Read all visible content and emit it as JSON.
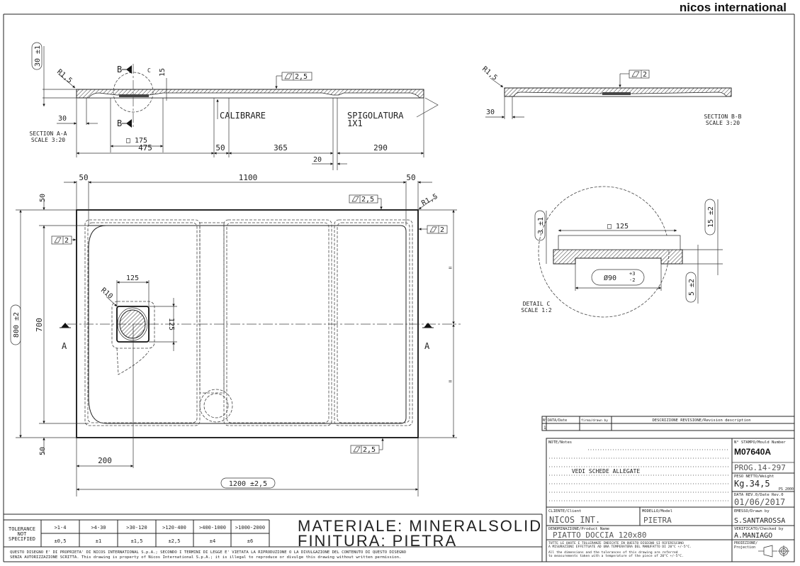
{
  "brand": "nicos international",
  "section_aa": {
    "title": "SECTION A-A",
    "scale": "SCALE 3:20",
    "radius": "R1,5",
    "thickness": "30 ±1",
    "section_mark": "B",
    "detail_mark": "C",
    "depth": "15",
    "flatness": "2,5",
    "drain_square": "□ 175",
    "edge_offset": "30",
    "calibrate": "CALIBRARE",
    "chamfer_label": "SPIGOLATURA",
    "chamfer_size": "1X1",
    "dims": [
      "475",
      "50",
      "365",
      "290"
    ],
    "gap": "20"
  },
  "section_bb": {
    "title": "SECTION B-B",
    "scale": "SCALE 3:20",
    "radius": "R1,5",
    "flatness": "2",
    "edge_offset": "30"
  },
  "detail_c": {
    "title": "DETAIL C",
    "scale": "SCALE 1:2",
    "square": "□ 125",
    "diameter": "Ø90",
    "tol_plus": "+3",
    "tol_minus": "-2",
    "depth1": "3 ±1",
    "depth2": "15 ±2",
    "depth3": "5 ±2"
  },
  "plan": {
    "inner_width": "1100",
    "margin_left": "50",
    "margin_right": "50",
    "margin_top": "50",
    "margin_bottom": "50",
    "height": "800 ±2",
    "inner_height": "700",
    "width": "1200 ±2,5",
    "drain_offset": "200",
    "drain_w": "125",
    "drain_h": "125",
    "drain_radius": "R10",
    "radius": "R1,5",
    "flatness_long": "2,5",
    "flatness_short": "2",
    "section_mark": "A",
    "equal_mark": "="
  },
  "tolerance": {
    "label": [
      "TOLERANCE",
      "NOT",
      "SPECIFIED"
    ],
    "ranges": [
      ">1-4",
      ">4-30",
      ">30-120",
      ">120-400",
      ">400-1000",
      ">1000-2000"
    ],
    "values": [
      "±0,5",
      "±1",
      "±1,5",
      "±2,5",
      "±4",
      "±6"
    ]
  },
  "material": "MATERIALE: MINERALSOLID",
  "finish": "FINITURA: PIETRA",
  "copyright": [
    "QUESTO DISEGNO E' DI PROPRIETA' DI NICOS INTERNATIONAL S.p.A.; SECONDO I TERMINI DI LEGGE E' VIETATA LA RIPRODUZIONE O LA DIVULGAZIONE DEL CONTENUTO DI QUESTO DISEGNO",
    "SENZA AUTORIZZAZIONE SCRITTA. This drawing is property of Nicos International S.p.A.; it is illegal to reproduce or divulge this drawing without written permission."
  ],
  "revision": {
    "col_no": "N°",
    "col_date": "DATA/Date",
    "col_by": "firma/drawn by",
    "col_desc": "DESCRIZIONE REVISIONE/Revision description",
    "row_no": "1"
  },
  "title_block": {
    "notes_label": "NOTE/Notes",
    "notes_text": "VEDI SCHEDE ALLEGATE",
    "mould_label": "N° STAMPO/Mould Number",
    "mould": "M07640A",
    "prog": "PROG.14-297",
    "weight_label": "PESO NETTO/Weight",
    "weight": "Kg.34,5",
    "ps": "PS 2000",
    "date_label": "DATA REV.0/Date Rev.0",
    "date": "01/06/2017",
    "client_label": "CLIENTE/Client",
    "client": "NICOS INT.",
    "model_label": "MODELLO/Model",
    "model": "PIETRA",
    "drawn_label": "EMESSO/Drawn by",
    "drawn": "S.SANTAROSSA",
    "product_label": "DENOMINAZIONE/Product Name",
    "product": "PIATTO DOCCIA 120x80",
    "checked_label": "VERIFICATO/Checked by",
    "checked": "A.MANIAGO",
    "temp_note": [
      "TUTTE LE QUOTE E TOLLERANZE INDICATE IN QUESTO DISEGNO SI RIFERISCONO",
      "A MISURAZIONI EFFETTUATE AD UNA TEMPERATURA DEL MANUFATTO DI 20°C +/-5°C.",
      "All the dimensions and the tolerances of this drawing are referred",
      "to measurements taken with a temperature of the piece of 20°C +/-5°C."
    ],
    "projection_label": [
      "PROIEZIONE/",
      "Projection"
    ]
  }
}
